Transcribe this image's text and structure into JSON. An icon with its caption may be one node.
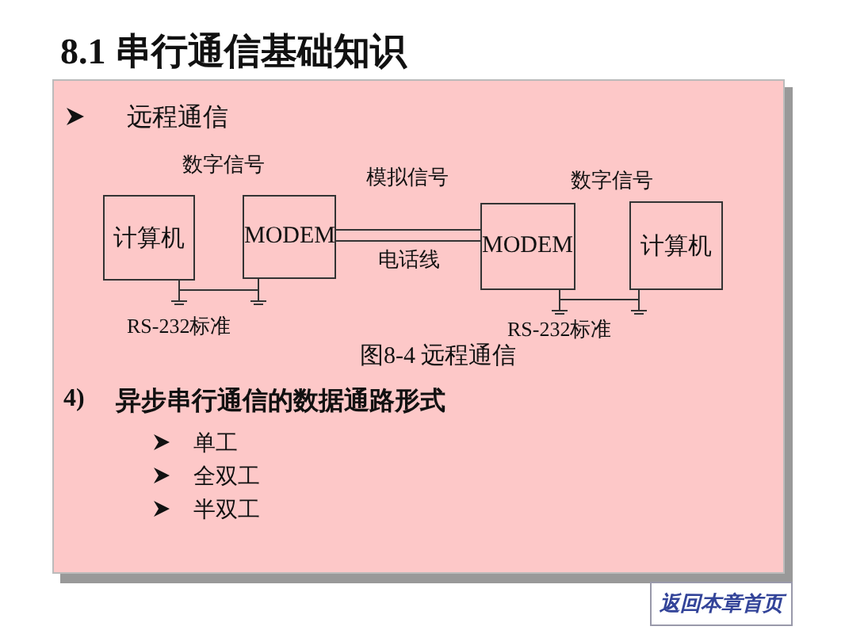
{
  "diagram": {
    "title": "8.1  串行通信基础知识",
    "caption": "图8-4  远程通信",
    "nodes": [
      {
        "text": [
          "计算机"
        ]
      },
      {
        "text": [
          "MODEM"
        ]
      },
      {
        "text": [
          "MODEM"
        ]
      },
      {
        "text": [
          "计算机"
        ]
      }
    ],
    "edges": [
      {
        "from": 0,
        "to": 1,
        "arrow": "none"
      },
      {
        "from": 1,
        "to": 2,
        "arrow": "none",
        "label": "电话线"
      },
      {
        "from": 2,
        "to": 3,
        "arrow": "none"
      }
    ],
    "labels": [
      "远程通信",
      "数字信号",
      "模拟信号",
      "数字信号",
      "RS-232标准",
      "RS-232标准",
      "4)",
      "异步串行通信的数据通路形式",
      "单工",
      "全双工",
      "半双工",
      "返回本章首页"
    ]
  }
}
